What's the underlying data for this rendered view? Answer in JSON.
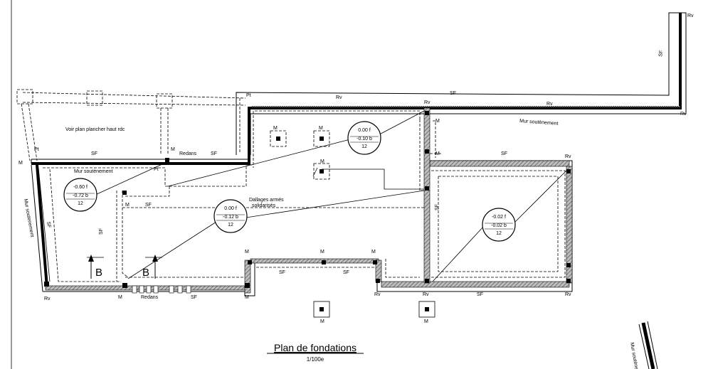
{
  "title": "Plan de fondations",
  "scale": "1/100e",
  "annotations": {
    "voir_plan": "Voir plan plancher haut rdc",
    "mur_soutenement": "Mur soutènement",
    "mur_soutenement_lc": "Mur soutenement",
    "dallages": "Dallages armés",
    "solidarises": "solidarisés",
    "redans": "Redans",
    "section_b": "B"
  },
  "codes": {
    "sf": "SF",
    "rv": "Rv",
    "m": "M",
    "pt": "Pt"
  },
  "level_tags": [
    {
      "top": "-0.60 f",
      "mid": "-0.72 b",
      "num": "12"
    },
    {
      "top": "0.00  f",
      "mid": "-0.10 b",
      "num": "12"
    },
    {
      "top": "0.00  f",
      "mid": "-0.12 b",
      "num": "12"
    },
    {
      "top": "-0.02 f",
      "mid": "-0.02 b",
      "num": "12"
    }
  ]
}
